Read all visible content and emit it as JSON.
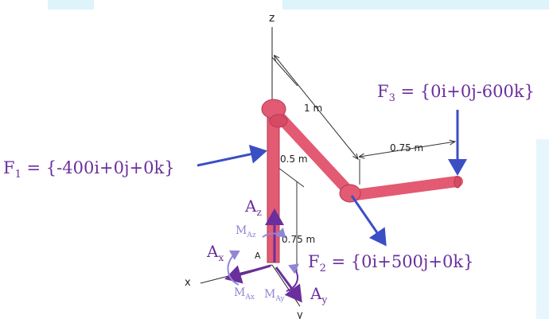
{
  "colors": {
    "pipe": "#e35a73",
    "pipe_edge": "#b23a52",
    "purple": "#6a2f9c",
    "blue": "#3a4fc4",
    "cyan": "#5fc8e4",
    "dim": "#333333",
    "moment": "#8f86d6"
  },
  "axes": {
    "z": "z",
    "x": "x",
    "y": "y"
  },
  "dims": {
    "d1": "1 m",
    "d2": "0.5 m",
    "d3": "0.75 m",
    "d4": "0.75 m"
  },
  "forces": {
    "f1": {
      "base": "F",
      "sub": "1",
      "label": " = {-400i+0j+0k}"
    },
    "f2": {
      "base": "F",
      "sub": "2",
      "label": " = {0i+500j+0k}"
    },
    "f3": {
      "base": "F",
      "sub": "3",
      "label": " = {0i+0j-600k}"
    }
  },
  "support": {
    "point": "A",
    "ax": {
      "base": "A",
      "sub": "x"
    },
    "ay": {
      "base": "A",
      "sub": "y"
    },
    "az": {
      "base": "A",
      "sub": "z"
    },
    "max": {
      "base": "M",
      "sub": "Ax"
    },
    "may": {
      "base": "M",
      "sub": "Ay"
    },
    "maz": {
      "base": "M",
      "sub": "Az"
    }
  }
}
